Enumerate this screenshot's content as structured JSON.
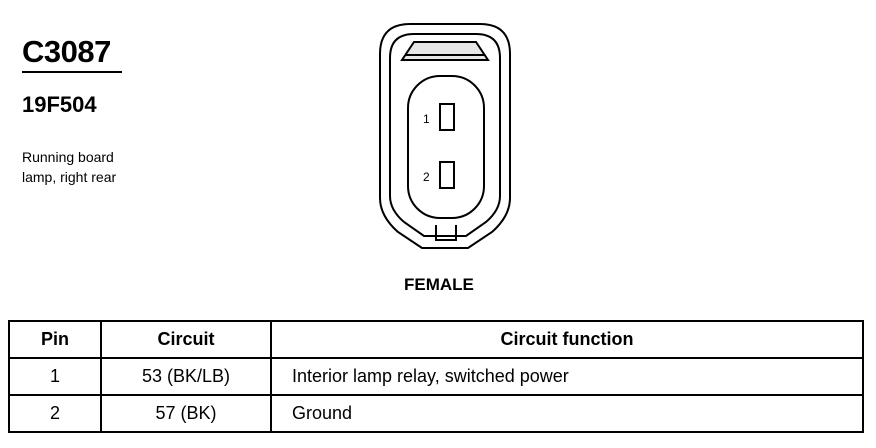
{
  "connector": {
    "id": "C3087",
    "part_number": "19F504",
    "description_line1": "Running board",
    "description_line2": "lamp, right rear",
    "gender": "FEMALE",
    "pin_labels": [
      "1",
      "2"
    ]
  },
  "table": {
    "headers": {
      "pin": "Pin",
      "circuit": "Circuit",
      "function": "Circuit function"
    },
    "rows": [
      {
        "pin": "1",
        "circuit": "53 (BK/LB)",
        "function": "Interior lamp relay, switched power"
      },
      {
        "pin": "2",
        "circuit": "57 (BK)",
        "function": "Ground"
      }
    ]
  }
}
